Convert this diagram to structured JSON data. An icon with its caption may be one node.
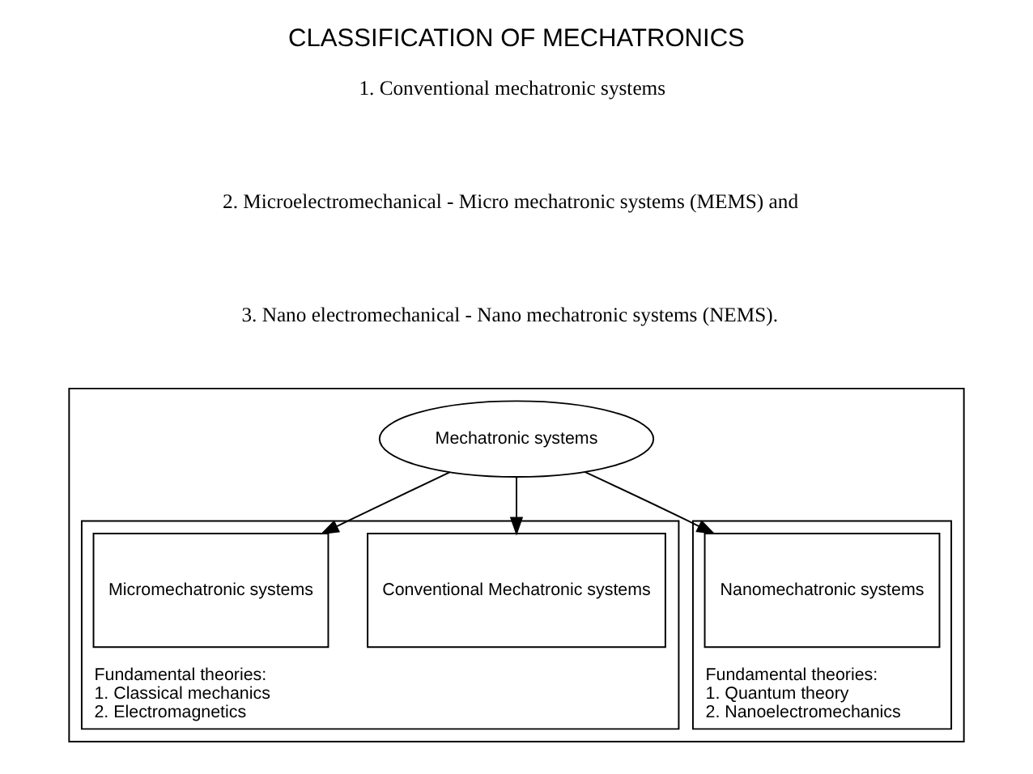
{
  "diagram": {
    "title": "CLASSIFICATION OF MECHATRONICS",
    "nodes": [
      {
        "text": [],
        "shape": "box"
      },
      {
        "text": [
          "Mechatronic systems"
        ],
        "in": 0
      },
      {
        "text": [
          "Fundamental theories:",
          "1. Classical mechanics",
          "2. Electromagnetics"
        ],
        "in": 0
      },
      {
        "text": [
          "Conventional Mechatronic systems"
        ],
        "in": 2
      },
      {
        "text": [
          "Micromechatronic systems"
        ],
        "in": 2
      },
      {
        "text": [
          "Fundamental theories:",
          "1. Quantum theory",
          "2. Nanoelectromechanics"
        ],
        "in": 0
      },
      {
        "text": [
          "Nanomechatronic systems"
        ],
        "in": 5
      }
    ],
    "edges": [
      {
        "from": 1,
        "to": 3,
        "arrow": "to"
      },
      {
        "from": 1,
        "to": 4,
        "arrow": "to"
      },
      {
        "from": 1,
        "to": 6,
        "arrow": "to"
      }
    ],
    "labels": [
      "1. Conventional mechatronic systems",
      "2. Microelectromechanical - Micro mechatronic systems (MEMS) and",
      "3. Nano electromechanical - Nano mechatronic systems (NEMS)."
    ]
  }
}
